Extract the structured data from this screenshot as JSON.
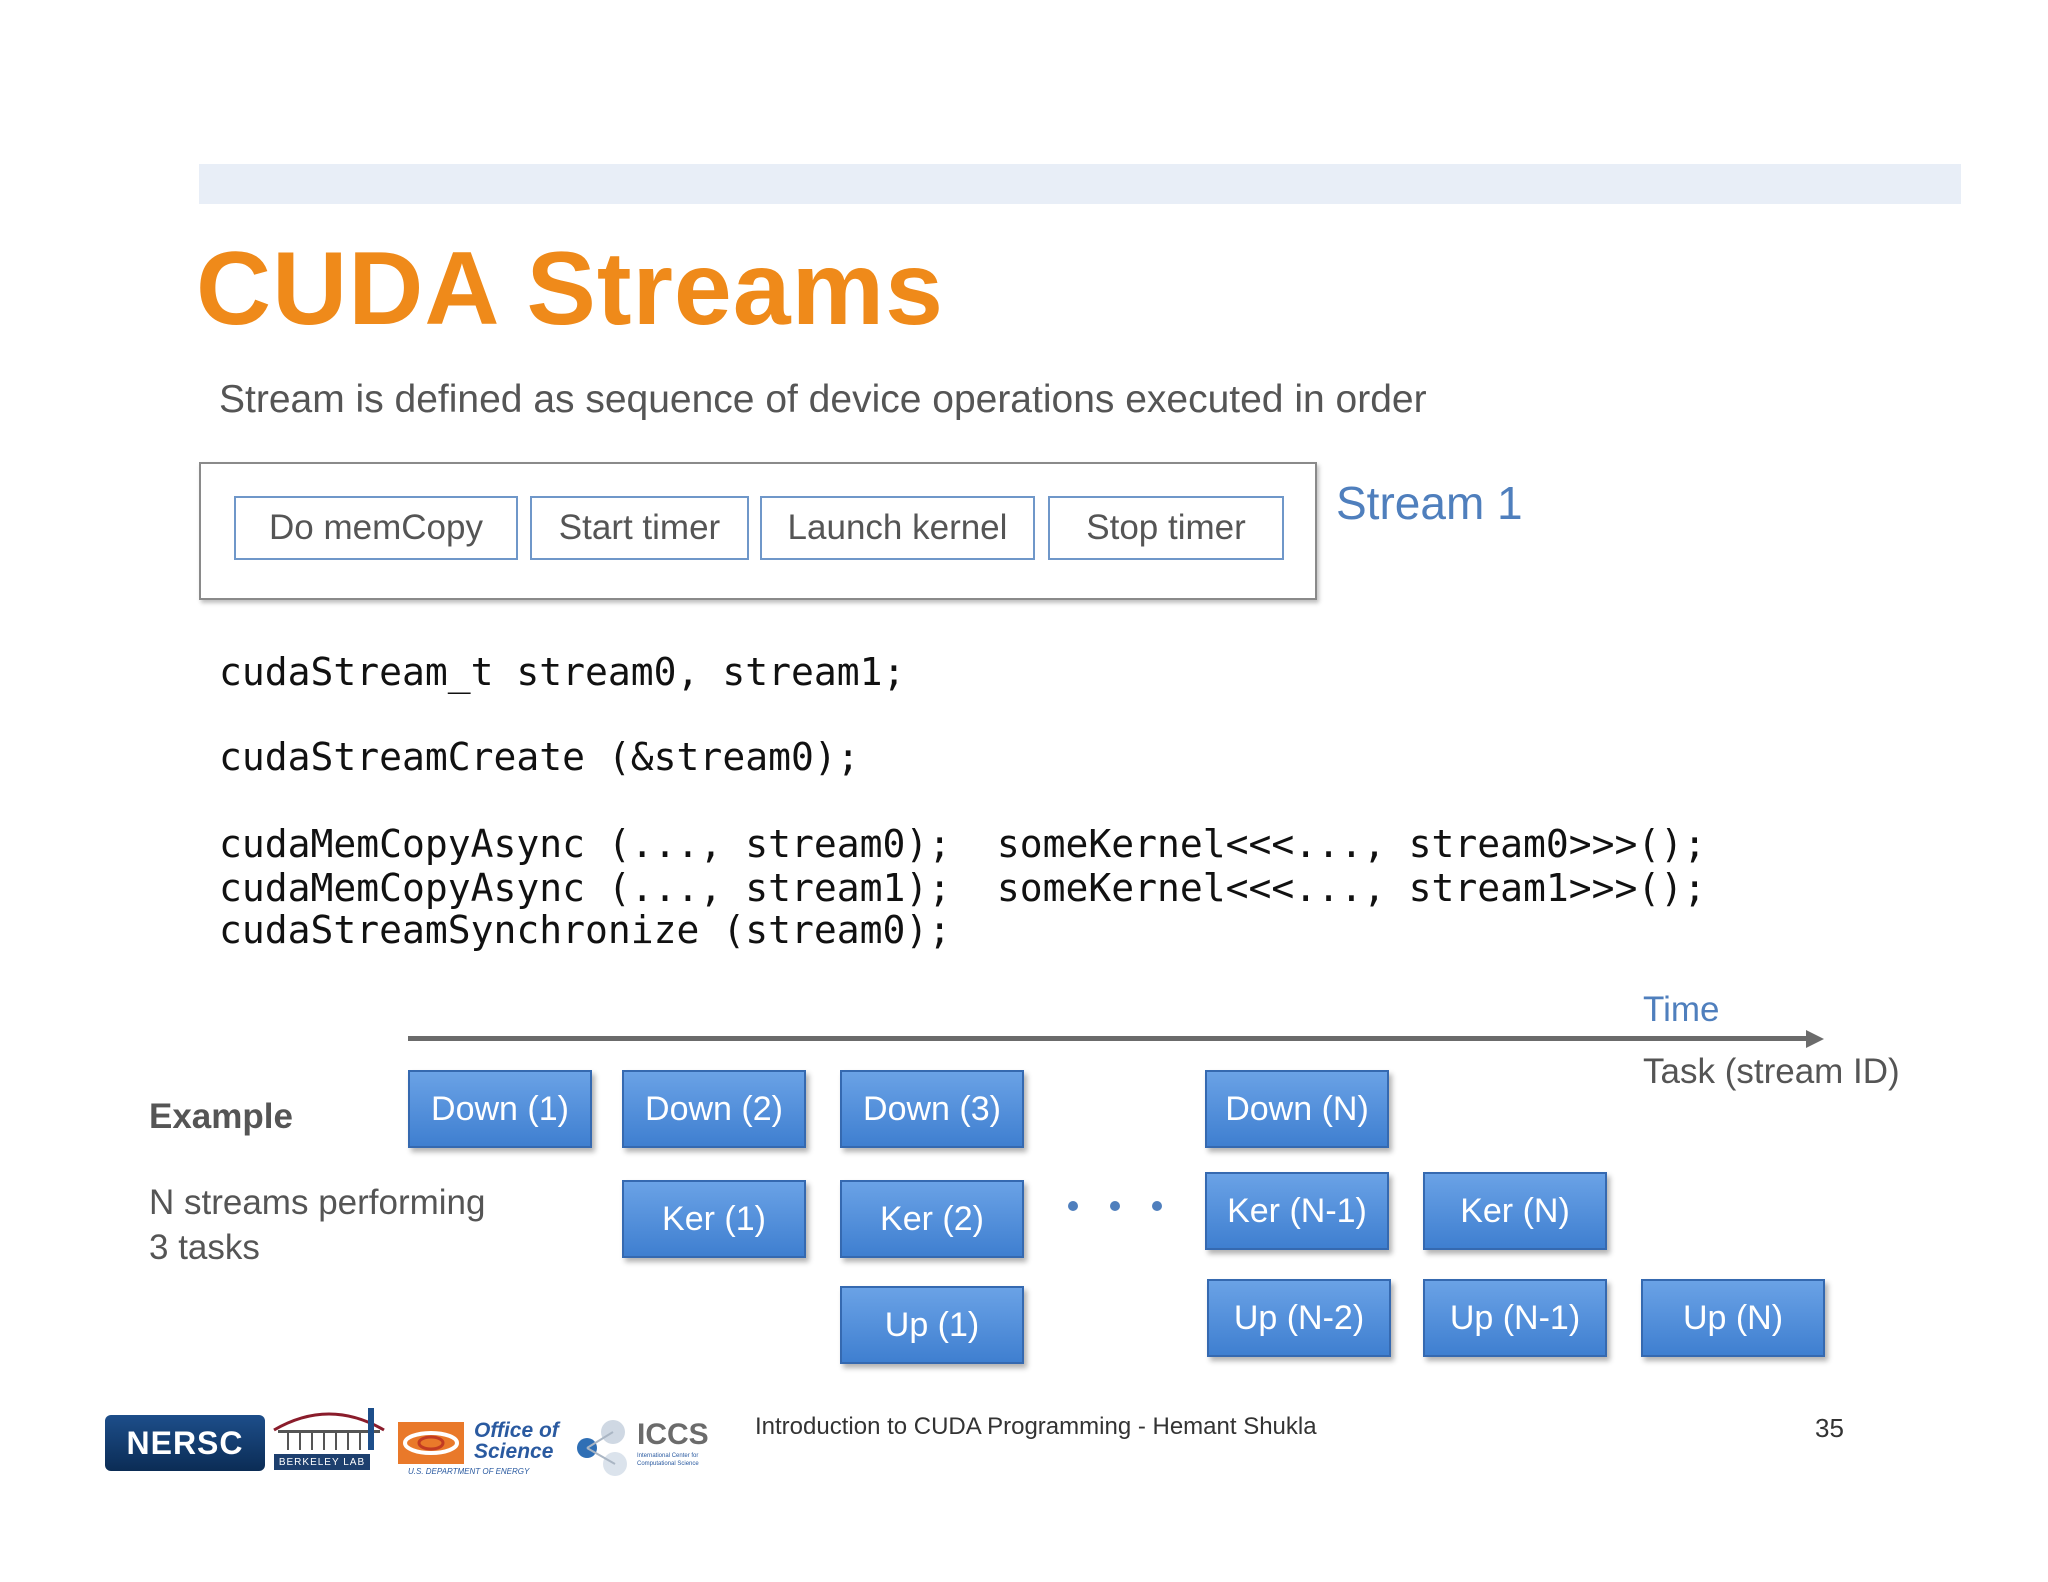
{
  "title": "CUDA Streams",
  "subtitle": "Stream is defined as sequence of device operations executed in order",
  "stream_ops": [
    "Do memCopy",
    "Start timer",
    "Launch kernel",
    "Stop timer"
  ],
  "stream_label": "Stream 1",
  "code": {
    "line1": "cudaStream_t stream0, stream1;",
    "line2": "cudaStreamCreate (&stream0);",
    "line3": "cudaMemCopyAsync (..., stream0);  someKernel<<<..., stream0>>>();",
    "line4": "cudaMemCopyAsync (..., stream1);  someKernel<<<..., stream1>>>();",
    "line5": "cudaStreamSynchronize (stream0);"
  },
  "timeline": {
    "time_label": "Time",
    "task_label": "Task (stream ID)",
    "example_label": "Example",
    "description_line1": "N streams performing",
    "description_line2": "3 tasks",
    "tasks": {
      "down1": "Down (1)",
      "down2": "Down (2)",
      "down3": "Down (3)",
      "downN": "Down (N)",
      "ker1": "Ker (1)",
      "ker2": "Ker (2)",
      "kerN1": "Ker (N-1)",
      "kerN": "Ker (N)",
      "up1": "Up (1)",
      "upN2": "Up (N-2)",
      "upN1": "Up (N-1)",
      "upN": "Up (N)"
    }
  },
  "footer": {
    "text": "Introduction to CUDA Programming - Hemant Shukla",
    "page_number": "35",
    "logos": {
      "nersc": "NERSC",
      "berkeley": "BERKELEY LAB",
      "office_line1": "Office of",
      "office_line2": "Science",
      "doe": "U.S. DEPARTMENT OF ENERGY",
      "iccs": "ICCS",
      "iccs_sub": "International Center for Computational Science"
    }
  },
  "colors": {
    "title": "#ef8a1a",
    "accent_blue": "#4f7fbd",
    "task_box": "#4a8ad8"
  }
}
